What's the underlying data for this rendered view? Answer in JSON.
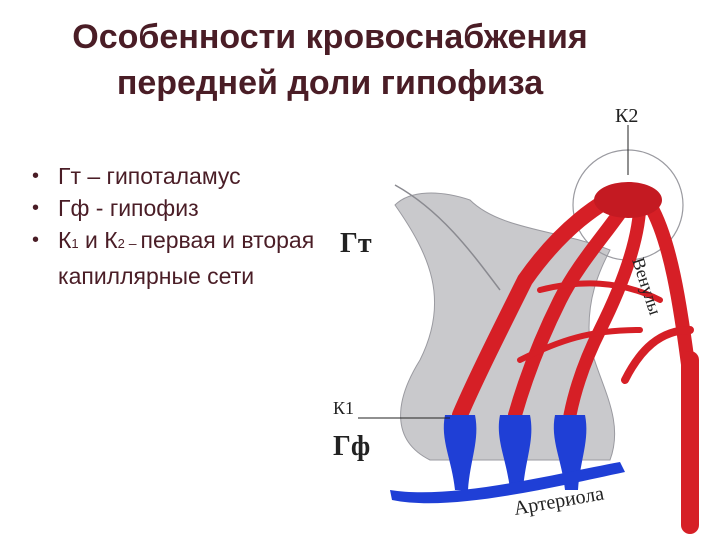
{
  "title": {
    "line1": "Особенности кровоснабжения",
    "line2": "передней доли гипофиза"
  },
  "bullets": [
    {
      "text": "Гт – гипоталамус"
    },
    {
      "text": "Гф - гипофиз"
    },
    {
      "k": "К",
      "sub1": "1",
      "and": " и К",
      "sub2": "2",
      "dash": " – ",
      "rest": "первая и вторая капиллярные сети"
    }
  ],
  "diagram": {
    "labels": {
      "k2": "К2",
      "gt": "Гт",
      "venules": "Венулы",
      "k1": "К1",
      "gf": "Гф",
      "arteriole": "Артериола"
    },
    "colors": {
      "vein_red": "#d61f26",
      "artery_blue": "#1f3fd6",
      "tissue_gray": "#c9c9cc",
      "text": "#4a1d26"
    }
  }
}
